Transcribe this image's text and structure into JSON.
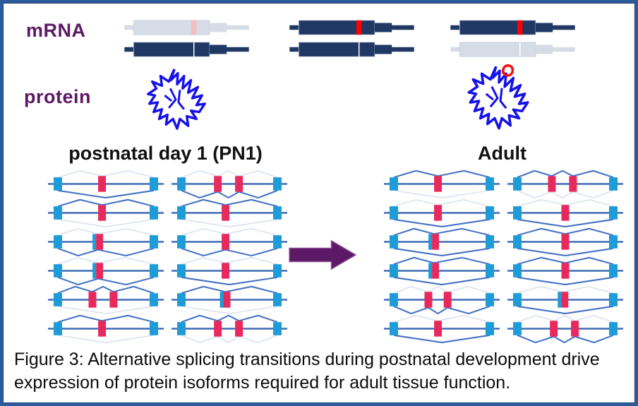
{
  "figure": {
    "labels": {
      "mrna": "mRNA",
      "protein": "protein"
    },
    "headers": {
      "left": "postnatal day 1 (PN1)",
      "right": "Adult"
    },
    "caption": "Figure 3: Alternative splicing transitions during postnatal development drive expression of protein isoforms required for adult tissue function.",
    "arrow": {
      "name": "right-arrow",
      "direction": "right"
    }
  },
  "colors": {
    "frame_border": "#2c5c9e",
    "label_purple": "#5b1a64",
    "header_black": "#111111",
    "mrna_dark": "#1f3864",
    "mrna_faded": "#d6dce5",
    "mrna_red_mark": "#ff0000",
    "mrna_pink_mark": "#f5bebe",
    "exon_blue": "#1e9cd7",
    "exon_red": "#e8295c",
    "splice_solid": "#4472c4",
    "splice_faint": "#d9dff0",
    "gene_line": "#3e6bb5",
    "protein_blue": "#1612e8",
    "protein_red": "#ee1111",
    "arrow_purple": "#5c1a66"
  },
  "mrna_groups": [
    {
      "name": "mrna-pair-left",
      "top": {
        "shade": "faded",
        "mark": "pink"
      },
      "bottom": {
        "shade": "dark",
        "mark": "divider"
      }
    },
    {
      "name": "mrna-pair-middle",
      "top": {
        "shade": "dark",
        "mark": "red"
      },
      "bottom": {
        "shade": "dark",
        "mark": "divider"
      }
    },
    {
      "name": "mrna-pair-right",
      "top": {
        "shade": "dark",
        "mark": "red"
      },
      "bottom": {
        "shade": "faded",
        "mark": "divider"
      }
    }
  ],
  "proteins": [
    {
      "name": "protein-pn1",
      "variant": "blue-only"
    },
    {
      "name": "protein-adult",
      "variant": "blue-with-red-loop"
    }
  ],
  "splicing": {
    "pn1_units": [
      {
        "e": [
          [
            0.46,
            "r"
          ]
        ],
        "t": "faint",
        "b": "solid",
        "bs": "v"
      },
      {
        "e": [
          [
            0.38,
            "r"
          ],
          [
            0.6,
            "r"
          ]
        ],
        "t": "faint",
        "b": "solid",
        "bs": "vv"
      },
      {
        "e": [
          [
            0.46,
            "r"
          ]
        ],
        "t": "solid",
        "b": "faint",
        "bs": "v"
      },
      {
        "e": [
          [
            0.46,
            "r"
          ]
        ],
        "t": "solid",
        "b": "faint",
        "bs": "v"
      },
      {
        "e": [
          [
            0.42,
            "s"
          ]
        ],
        "t": "faint",
        "b": "solid",
        "bs": "vv"
      },
      {
        "e": [
          [
            0.46,
            "r"
          ]
        ],
        "t": "faint",
        "b": "solid",
        "bs": "vv"
      },
      {
        "e": [
          [
            0.42,
            "s"
          ]
        ],
        "t": "faint",
        "b": "solid",
        "bs": "vv"
      },
      {
        "e": [
          [
            0.46,
            "r"
          ]
        ],
        "t": "faint",
        "b": "solid",
        "bs": "v"
      },
      {
        "e": [
          [
            0.36,
            "r"
          ],
          [
            0.58,
            "r"
          ]
        ],
        "t": "solid",
        "b": "faint",
        "bs": "v"
      },
      {
        "e": [
          [
            0.46,
            "s"
          ]
        ],
        "t": "solid",
        "b": "faint",
        "bs": "v"
      },
      {
        "e": [
          [
            0.46,
            "r"
          ]
        ],
        "t": "solid",
        "b": "faint",
        "bs": "v"
      },
      {
        "e": [
          [
            0.38,
            "r"
          ],
          [
            0.6,
            "r"
          ]
        ],
        "t": "solid",
        "b": "faint",
        "bs": "vv"
      }
    ],
    "adult_units": [
      {
        "e": [
          [
            0.46,
            "r"
          ]
        ],
        "t": "solid",
        "b": "faint",
        "bs": "v"
      },
      {
        "e": [
          [
            0.36,
            "r"
          ],
          [
            0.58,
            "r"
          ]
        ],
        "t": "solid",
        "b": "faint",
        "bs": "vv"
      },
      {
        "e": [
          [
            0.46,
            "r"
          ]
        ],
        "t": "faint",
        "b": "solid",
        "bs": "v"
      },
      {
        "e": [
          [
            0.5,
            "r"
          ]
        ],
        "t": "faint",
        "b": "solid",
        "bs": "v"
      },
      {
        "e": [
          [
            0.42,
            "s"
          ]
        ],
        "t": "solid",
        "b": "solid",
        "bs": "v"
      },
      {
        "e": [
          [
            0.5,
            "r"
          ]
        ],
        "t": "solid",
        "b": "solid",
        "bs": "v"
      },
      {
        "e": [
          [
            0.42,
            "s"
          ]
        ],
        "t": "solid",
        "b": "solid",
        "bs": "v"
      },
      {
        "e": [
          [
            0.5,
            "r"
          ]
        ],
        "t": "solid",
        "b": "solid",
        "bs": "v"
      },
      {
        "e": [
          [
            0.36,
            "r"
          ],
          [
            0.56,
            "r"
          ]
        ],
        "t": "faint",
        "b": "solid",
        "bs": "vv"
      },
      {
        "e": [
          [
            0.48,
            "s"
          ]
        ],
        "t": "faint",
        "b": "solid",
        "bs": "v"
      },
      {
        "e": [
          [
            0.46,
            "r"
          ]
        ],
        "t": "faint",
        "b": "solid",
        "bs": "v"
      },
      {
        "e": [
          [
            0.38,
            "r"
          ],
          [
            0.6,
            "r"
          ]
        ],
        "t": "faint",
        "b": "solid",
        "bs": "vv"
      }
    ]
  }
}
